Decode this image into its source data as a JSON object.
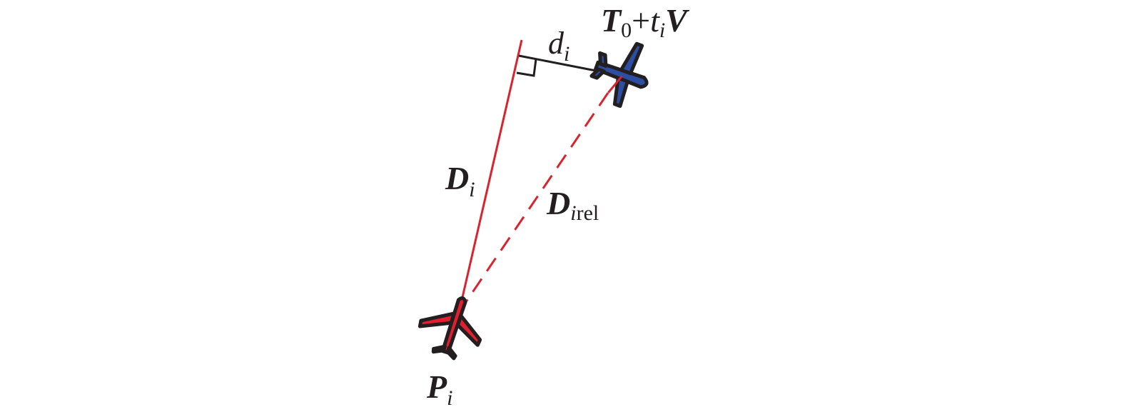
{
  "labels": {
    "target": {
      "main": "T",
      "sub0": "0",
      "plus": "+",
      "t": "t",
      "sub_i": "i",
      "V": "V"
    },
    "miss_distance": {
      "main": "d",
      "sub": "i"
    },
    "distance": {
      "main": "D",
      "sub": "i"
    },
    "relative_distance": {
      "main": "D",
      "sub_i": "i",
      "sub_rel": "rel"
    },
    "pursuer": {
      "main": "P",
      "sub": "i"
    }
  },
  "colors": {
    "red": "#e21f2f",
    "line_red": "#d9232e",
    "blue": "#2d4fa3",
    "black": "#231f20"
  }
}
